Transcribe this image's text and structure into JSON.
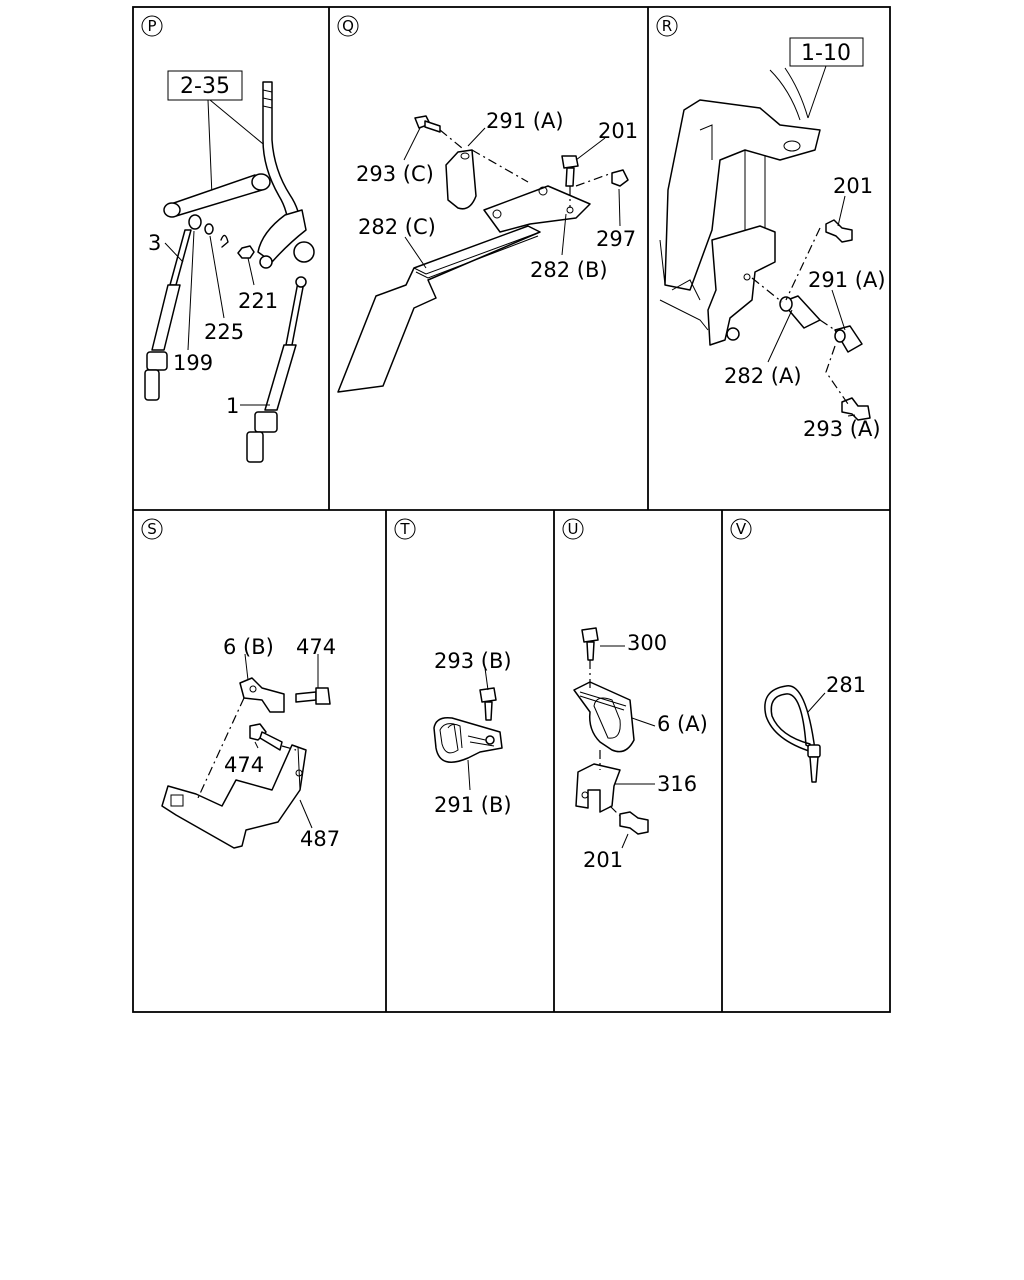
{
  "panels": {
    "P": {
      "letter": "P",
      "ref": "2-35",
      "labels": {
        "l3": "3",
        "l199": "199",
        "l225": "225",
        "l221": "221",
        "l1": "1"
      }
    },
    "Q": {
      "letter": "Q",
      "labels": {
        "l291a": "291 (A)",
        "l201": "201",
        "l293c": "293 (C)",
        "l282c": "282 (C)",
        "l297": "297",
        "l282b": "282 (B)"
      }
    },
    "R": {
      "letter": "R",
      "ref": "1-10",
      "labels": {
        "l201": "201",
        "l291a": "291 (A)",
        "l282a": "282 (A)",
        "l293a": "293 (A)"
      }
    },
    "S": {
      "letter": "S",
      "labels": {
        "l6b": "6 (B)",
        "l474a": "474",
        "l474b": "474",
        "l487": "487"
      }
    },
    "T": {
      "letter": "T",
      "labels": {
        "l293b": "293 (B)",
        "l291b": "291 (B)"
      }
    },
    "U": {
      "letter": "U",
      "labels": {
        "l300": "300",
        "l6a": "6 (A)",
        "l316": "316",
        "l201": "201"
      }
    },
    "V": {
      "letter": "V",
      "labels": {
        "l281": "281"
      }
    }
  }
}
